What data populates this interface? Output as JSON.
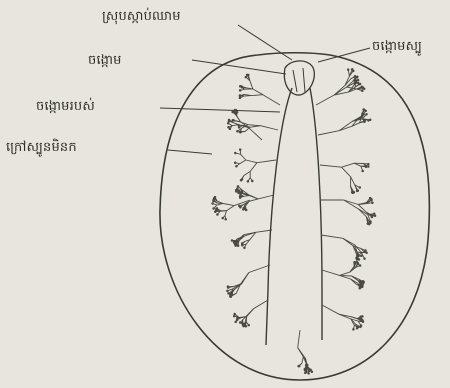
{
  "diagram": {
    "labels": {
      "top_center": "ស្រុបស្កាប់ឈាម",
      "upper_left": "ចង្កោម",
      "upper_left_2": "ចង្កោមរបស់",
      "middle_left": "ក្រៅស្បូនមិនក",
      "top_right": "ចង្កោមស្បូ"
    },
    "colors": {
      "paper": "#e7e5dd",
      "ink": "#2e2e2a"
    }
  }
}
